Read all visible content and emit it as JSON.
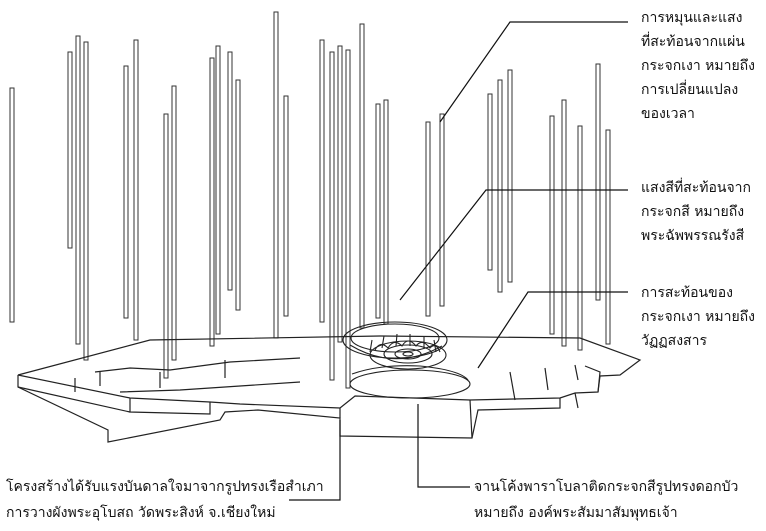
{
  "callouts": [
    {
      "lines": [
        "การหมุนและแสง",
        "ที่สะท้อนจากแผ่น",
        "กระจกเงา หมายถึง",
        "การเปลี่ยนแปลง",
        "ของเวลา"
      ]
    },
    {
      "lines": [
        "แสงสีที่สะท้อนจาก",
        "กระจกสี หมายถึง",
        "พระฉัพพรรณรังสี"
      ]
    },
    {
      "lines": [
        "การสะท้อนของ",
        "กระจกเงา หมายถึง",
        "วัฏฏสงสาร"
      ]
    }
  ],
  "captions": {
    "left": [
      "โครงสร้างได้รับแรงบันดาลใจมาจากรูปทรงเรือสำเภา",
      "การวางผังพระอุโบสถ วัดพระสิงห์ จ.เชียงใหม่"
    ],
    "right": [
      "จานโค้งพาราโบลาติดกระจกสีรูปทรงดอกบัว",
      "หมายถึง องค์พระสัมมาสัมพุทธเจ้า"
    ]
  }
}
